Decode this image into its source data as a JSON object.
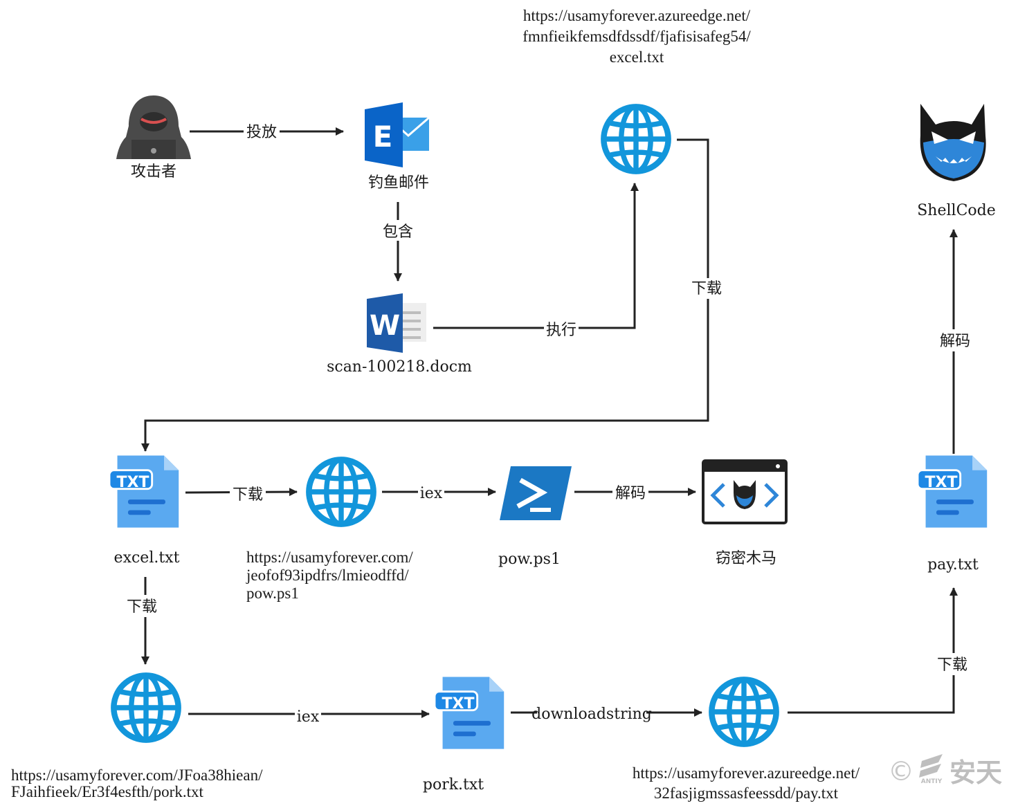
{
  "nodes": {
    "attacker": "攻击者",
    "phish_mail": "钓鱼邮件",
    "docm": "scan-100218.docm",
    "globe1_url": [
      "https://usamyforever.azureedge.net/",
      "fmnfieikfemsdfdssdf/fjafisisafeg54/",
      "excel.txt"
    ],
    "shellcode": "ShellCode",
    "excel_txt": "excel.txt",
    "globe2_url": [
      "https://usamyforever.com/",
      "jeofof93ipdfrs/lmieodffd/",
      "pow.ps1"
    ],
    "pow_ps1": "pow.ps1",
    "stealer": "窃密木马",
    "pay_txt": "pay.txt",
    "globe3_url": [
      "https://usamyforever.com/JFoa38hiean/",
      "FJaihfieek/Er3f4esfth/pork.txt"
    ],
    "pork_txt": "pork.txt",
    "globe4_url": [
      "https://usamyforever.azureedge.net/",
      "32fasjigmssasfeessdd/pay.txt"
    ]
  },
  "edges": {
    "deliver": "投放",
    "contains": "包含",
    "execute": "执行",
    "download_excel": "下载",
    "download_pow": "下载",
    "iex_pow": "iex",
    "decode_pow": "解码",
    "download_pork": "下载",
    "iex_pork": "iex",
    "downloadstring": "downloadstring",
    "download_pay": "下载",
    "decode_pay": "解码"
  },
  "icons": {
    "txt_badge": "TXT",
    "word_letter": "W",
    "exchange_letter": "E"
  },
  "watermark": {
    "copyright": "©",
    "brand": "安天",
    "brand_sub": "ANTIY"
  },
  "colors": {
    "globe": "#1296db",
    "txt_doc": "#5aa9f0",
    "txt_badge": "#1e88e5",
    "arrow": "#222222",
    "powershell": "#1b78c4",
    "word": "#1e5aa8",
    "exchange": "#0a64c8"
  }
}
